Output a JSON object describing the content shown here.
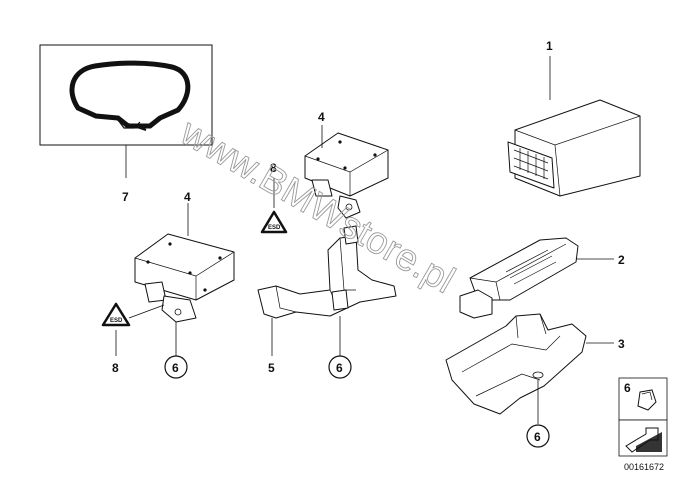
{
  "callouts": {
    "c1": "1",
    "c2": "2",
    "c3": "3",
    "c4a": "4",
    "c4b": "4",
    "c5": "5",
    "c6a": "6",
    "c6b": "6",
    "c6c": "6",
    "c6d": "6",
    "c7": "7",
    "c8a": "8",
    "c8b": "8"
  },
  "warning_symbol_text": "ESD",
  "watermark": "www.BMWstore.pl",
  "document_number": "00161672",
  "icons": [
    "tire-icon",
    "esd-warning-icon",
    "nut-icon",
    "arrow-icon"
  ]
}
